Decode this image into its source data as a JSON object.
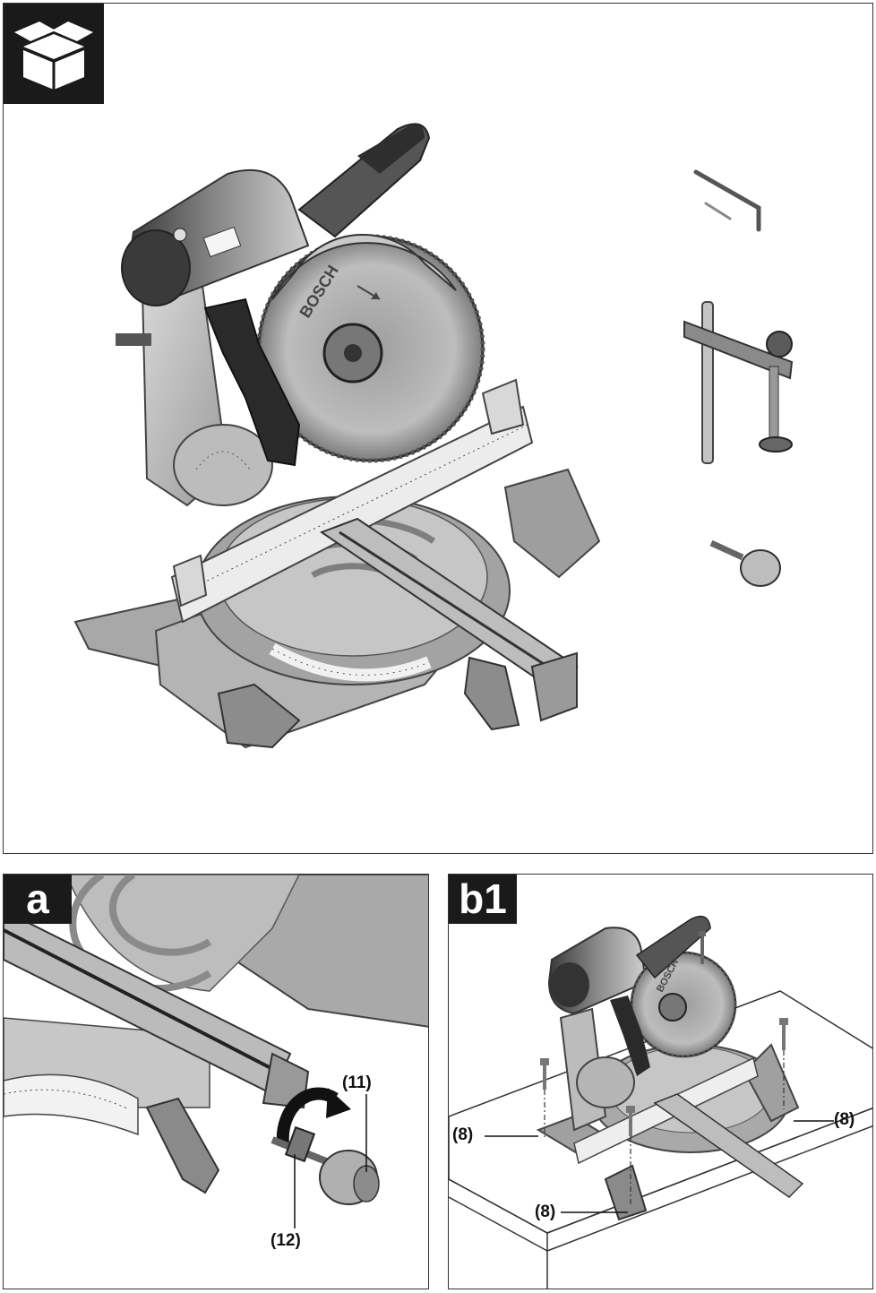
{
  "top_panel": {
    "box_icon": "open-box-icon",
    "blade_brand": "BOSCH"
  },
  "panel_a": {
    "label": "a",
    "callouts": {
      "knob": "(11)",
      "lock": "(12)"
    }
  },
  "panel_b1": {
    "label": "b1",
    "blade_brand": "BOSCH",
    "callouts": {
      "right": "(8)",
      "left": "(8)",
      "bottom": "(8)"
    }
  }
}
